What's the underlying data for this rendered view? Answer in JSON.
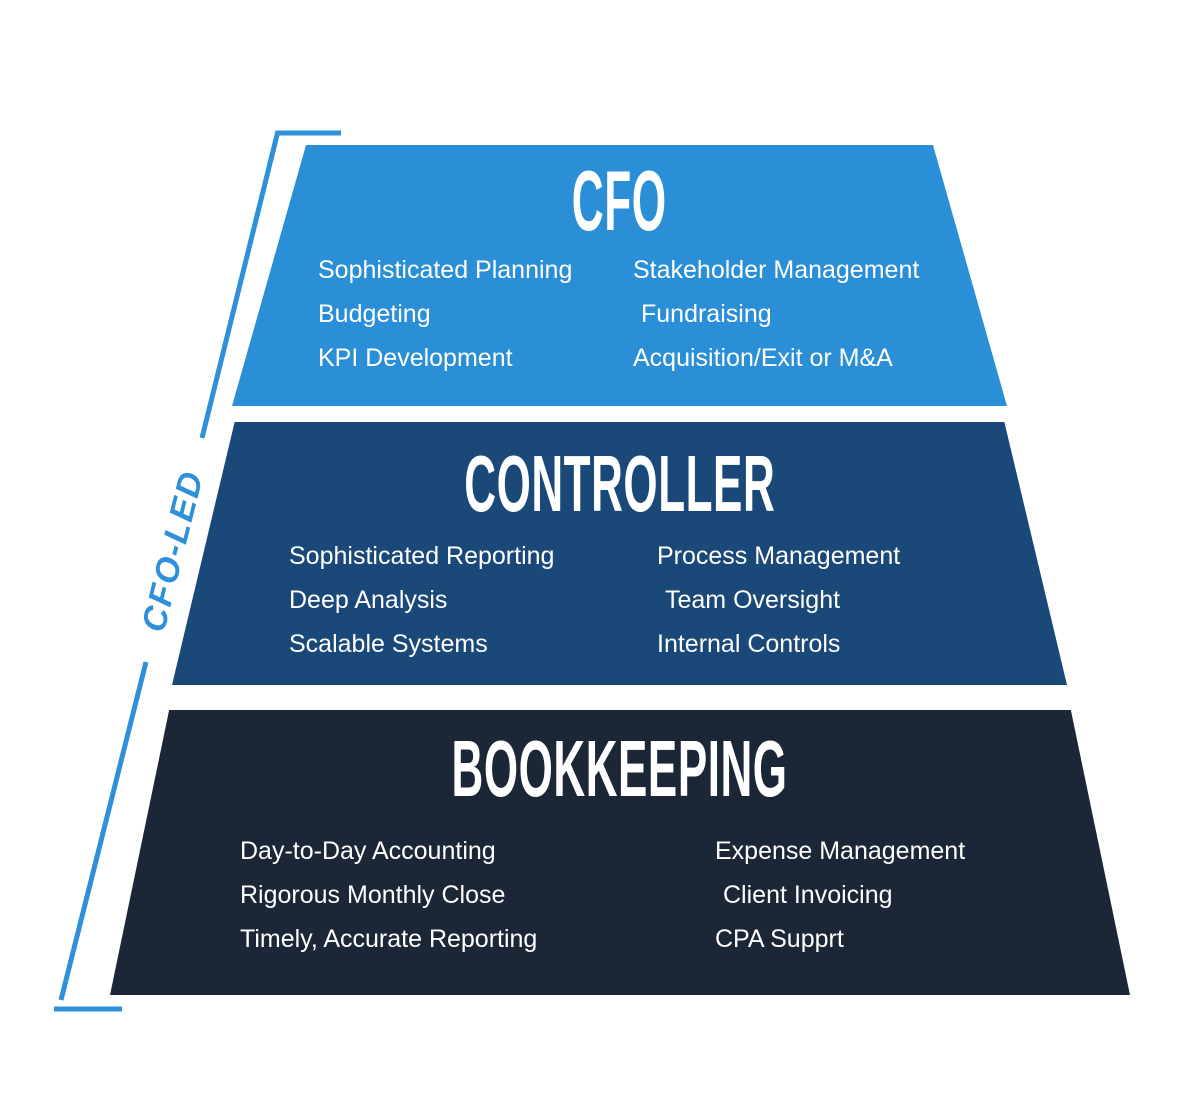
{
  "side_label": "CFO-LED",
  "colors": {
    "tier_cfo": "#2B8FD8",
    "tier_controller": "#1A4979",
    "tier_bookkeeping": "#1B2737",
    "accent": "#2E90D9"
  },
  "tiers": [
    {
      "title": "CFO",
      "left_items": [
        "Sophisticated Planning",
        "Budgeting",
        "KPI Development"
      ],
      "right_items": [
        "Stakeholder Management",
        "Fundraising",
        "Acquisition/Exit or M&A"
      ]
    },
    {
      "title": "CONTROLLER",
      "left_items": [
        "Sophisticated Reporting",
        "Deep Analysis",
        "Scalable Systems"
      ],
      "right_items": [
        "Process Management",
        "Team Oversight",
        "Internal Controls"
      ]
    },
    {
      "title": "BOOKKEEPING",
      "left_items": [
        "Day-to-Day Accounting",
        "Rigorous Monthly Close",
        "Timely, Accurate Reporting"
      ],
      "right_items": [
        "Expense Management",
        "Client Invoicing",
        "CPA Supprt"
      ]
    }
  ]
}
